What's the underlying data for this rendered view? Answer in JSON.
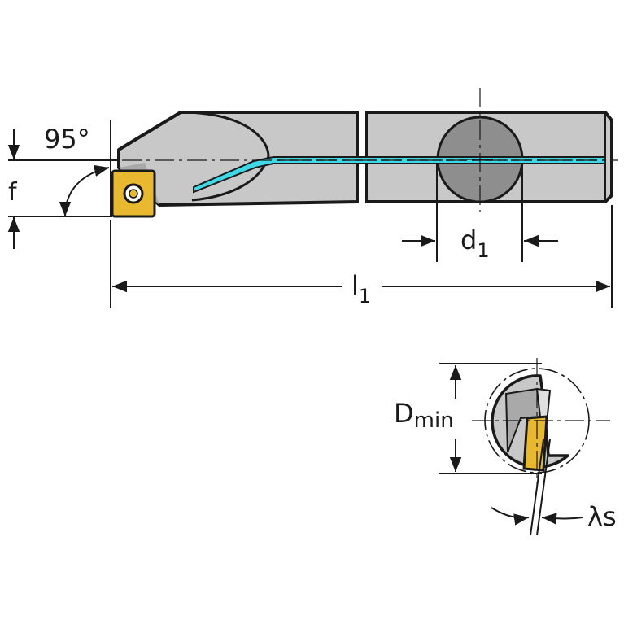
{
  "labels": {
    "angle": "95°",
    "f": "f",
    "d1_main": "d",
    "d1_sub": "1",
    "l1_main": "l",
    "l1_sub": "1",
    "dmin_main": "D",
    "dmin_sub": "min",
    "lambda": "λs"
  },
  "colors": {
    "body": "#c8c8c8",
    "body_dark": "#8e8e8e",
    "outline": "#1a1a1a",
    "coolant": "#3fd8e6",
    "insert": "#e8b830"
  }
}
